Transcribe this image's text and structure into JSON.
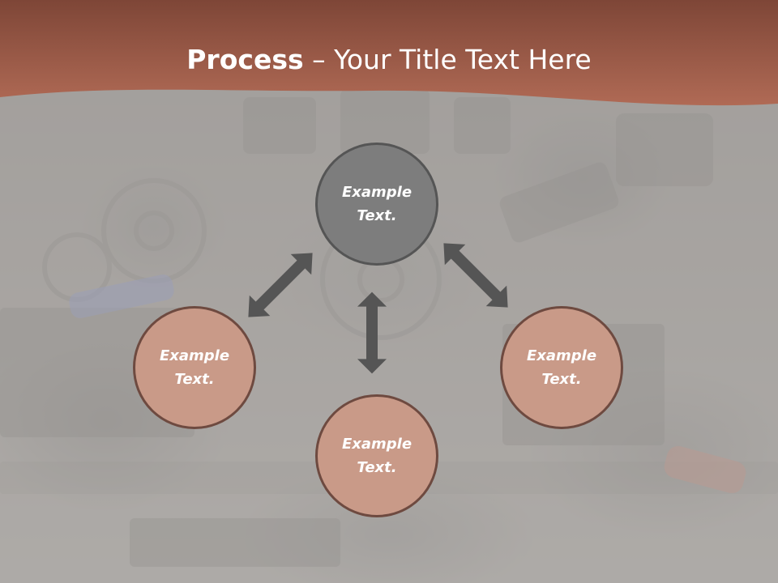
{
  "slide": {
    "title_bold": "Process",
    "title_rest": " – Your Title Text Here"
  },
  "diagram": {
    "nodes": [
      {
        "id": "top",
        "text": "Example\nText."
      },
      {
        "id": "left",
        "text": "Example\nText."
      },
      {
        "id": "bottom",
        "text": "Example\nText."
      },
      {
        "id": "right",
        "text": "Example\nText."
      }
    ]
  },
  "colors": {
    "header": "#a5604c",
    "node_primary": "#7d7d7d",
    "node_secondary": "#c99a88",
    "arrow": "#555555"
  },
  "icons": [
    "double-arrow-icon"
  ]
}
